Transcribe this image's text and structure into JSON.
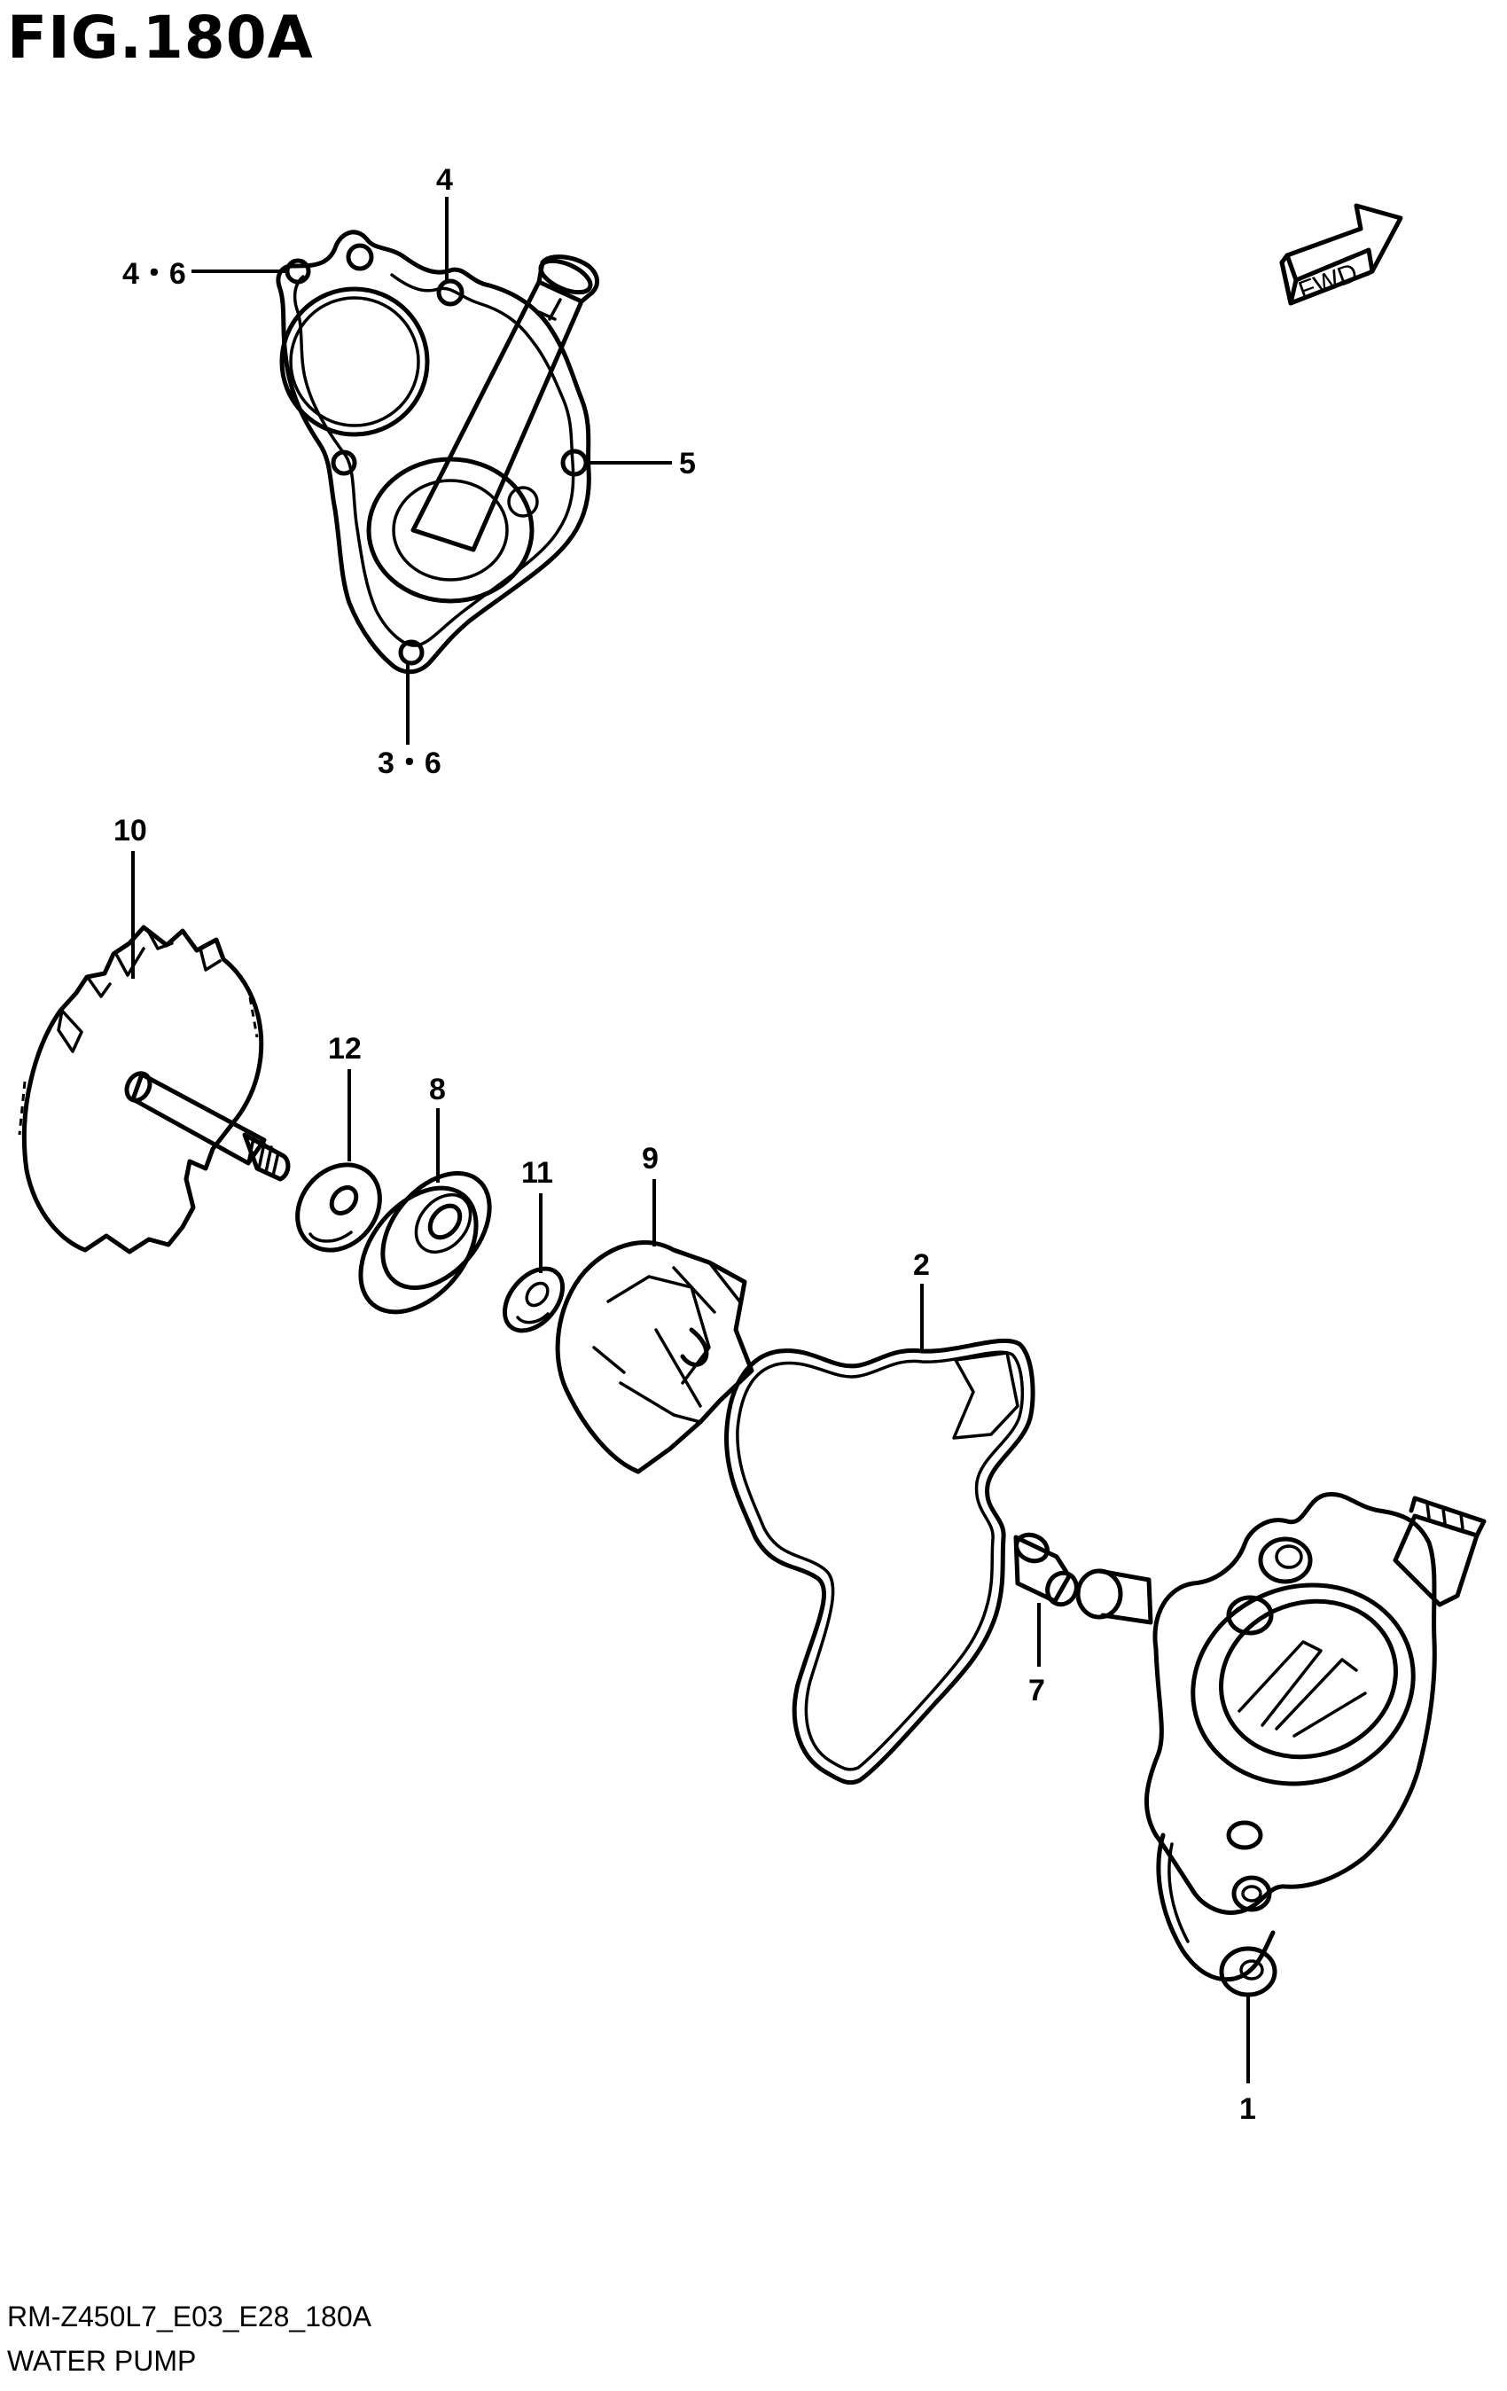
{
  "figure": {
    "title": "FIG.180A"
  },
  "direction_badge": {
    "text": "FWD"
  },
  "callouts": {
    "c_4_6": "4・6",
    "c_4": "4",
    "c_5": "5",
    "c_3_6": "3・6",
    "c_10": "10",
    "c_12": "12",
    "c_8": "8",
    "c_11": "11",
    "c_9": "9",
    "c_2": "2",
    "c_7": "7",
    "c_1": "1"
  },
  "footer": {
    "code": "RM-Z450L7_E03_E28_180A",
    "name": "WATER PUMP"
  }
}
